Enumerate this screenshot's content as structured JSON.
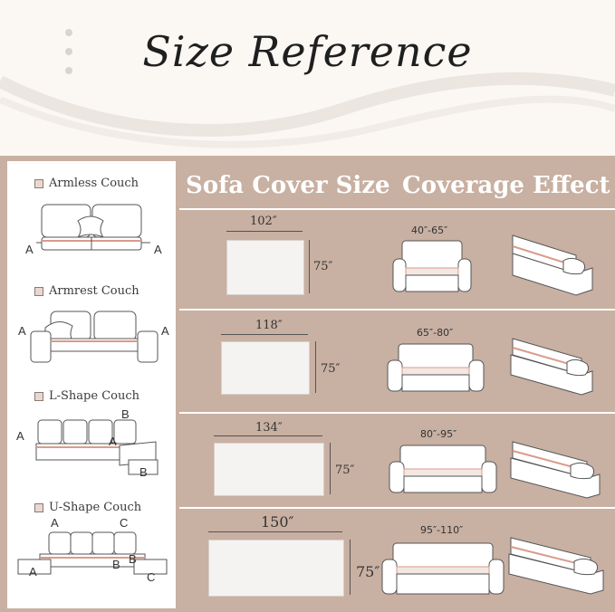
{
  "title": "Size Reference",
  "headers": {
    "size": "Sofa Cover Size",
    "effect": "Coverage Effect"
  },
  "couches": [
    {
      "label": "Armless Couch",
      "markers": [
        "A",
        "A"
      ]
    },
    {
      "label": "Armrest Couch",
      "markers": [
        "A",
        "A"
      ]
    },
    {
      "label": "L-Shape Couch",
      "markers": [
        "A",
        "B",
        "A",
        "B"
      ]
    },
    {
      "label": "U-Shape Couch",
      "markers": [
        "A",
        "C",
        "A",
        "B",
        "B",
        "C"
      ]
    }
  ],
  "rows": [
    {
      "width": "102″",
      "height": "75″",
      "coverage": "40″-65″"
    },
    {
      "width": "118″",
      "height": "75″",
      "coverage": "65″-80″"
    },
    {
      "width": "134″",
      "height": "75″",
      "coverage": "80″-95″"
    },
    {
      "width": "150″",
      "height": "75″",
      "coverage": "95″-110″"
    }
  ],
  "colors": {
    "background": "#c8b0a2",
    "panel": "#ffffff",
    "accent": "#d99b8c"
  }
}
